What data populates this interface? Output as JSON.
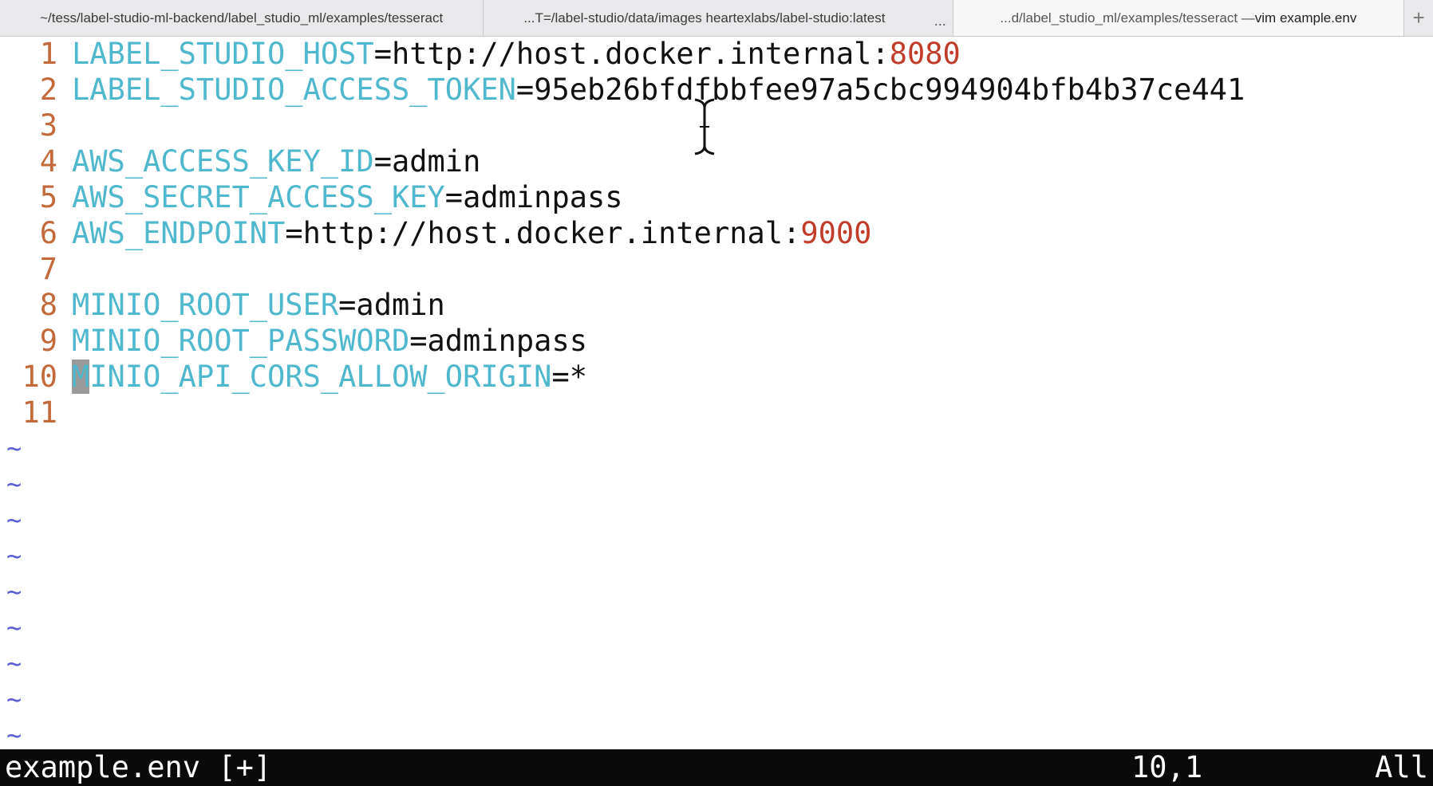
{
  "tabs": [
    {
      "label": "~/tess/label-studio-ml-backend/label_studio_ml/examples/tesseract"
    },
    {
      "label": "...T=/label-studio/data/images heartexlabs/label-studio:latest",
      "more": "..."
    },
    {
      "label_prefix": "...d/label_studio_ml/examples/tesseract — ",
      "label_suffix": "vim example.env"
    }
  ],
  "new_tab_label": "+",
  "editor": {
    "lines": [
      {
        "n": "1",
        "key": "LABEL_STUDIO_HOST",
        "eq": "=",
        "value": "http://host.docker.internal:",
        "num": "8080"
      },
      {
        "n": "2",
        "key": "LABEL_STUDIO_ACCESS_TOKEN",
        "eq": "=",
        "value": "95eb26bfdfbbfee97a5cbc994904bfb4b37ce441",
        "num": ""
      },
      {
        "n": "3",
        "key": "",
        "eq": "",
        "value": "",
        "num": ""
      },
      {
        "n": "4",
        "key": "AWS_ACCESS_KEY_ID",
        "eq": "=",
        "value": "admin",
        "num": ""
      },
      {
        "n": "5",
        "key": "AWS_SECRET_ACCESS_KEY",
        "eq": "=",
        "value": "adminpass",
        "num": ""
      },
      {
        "n": "6",
        "key": "AWS_ENDPOINT",
        "eq": "=",
        "value": "http://host.docker.internal:",
        "num": "9000"
      },
      {
        "n": "7",
        "key": "",
        "eq": "",
        "value": "",
        "num": ""
      },
      {
        "n": "8",
        "key": "MINIO_ROOT_USER",
        "eq": "=",
        "value": "admin",
        "num": ""
      },
      {
        "n": "9",
        "key": "MINIO_ROOT_PASSWORD",
        "eq": "=",
        "value": "adminpass",
        "num": ""
      },
      {
        "n": "10",
        "key_cursor": "M",
        "key": "INIO_API_CORS_ALLOW_ORIGIN",
        "eq": "=",
        "value": "*",
        "num": ""
      },
      {
        "n": "11",
        "key": "",
        "eq": "",
        "value": "",
        "num": ""
      }
    ],
    "tilde": "~"
  },
  "status": {
    "filename": "example.env [+]",
    "position": "10,1",
    "scroll": "All"
  },
  "colors": {
    "key": "#4fb8cf",
    "number": "#c23c2a",
    "line_number": "#c46a3a",
    "tilde": "#5b5fd8",
    "status_bg": "#0a0a0a"
  }
}
